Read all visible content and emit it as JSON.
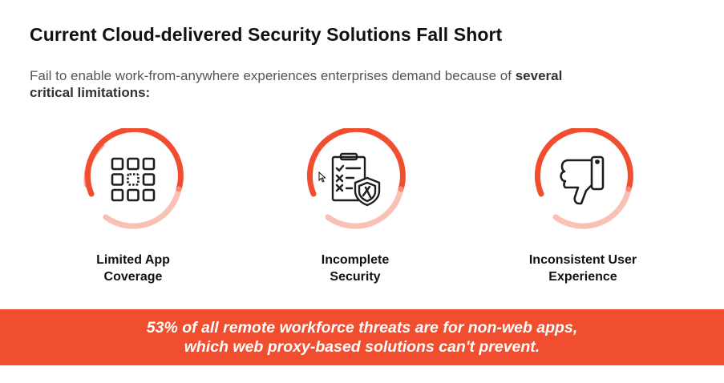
{
  "title": "Current Cloud-delivered Security Solutions Fall Short",
  "subtitle": {
    "text": "Fail to enable work-from-anywhere experiences enterprises demand because of ",
    "bold": "several critical limitations:"
  },
  "cards": [
    {
      "icon": "app-grid-icon",
      "line1": "Limited App",
      "line2": "Coverage"
    },
    {
      "icon": "security-checklist-shield-icon",
      "line1": "Incomplete",
      "line2": "Security"
    },
    {
      "icon": "thumbs-down-icon",
      "line1": "Inconsistent User",
      "line2": "Experience"
    }
  ],
  "banner": {
    "line1": "53% of all remote workforce threats are for non-web apps,",
    "line2": "which web proxy-based solutions can't prevent."
  },
  "colors": {
    "accent": "#f04e2f",
    "ring_light": "#f7a596",
    "title": "#111111",
    "subtitle": "#555555"
  }
}
